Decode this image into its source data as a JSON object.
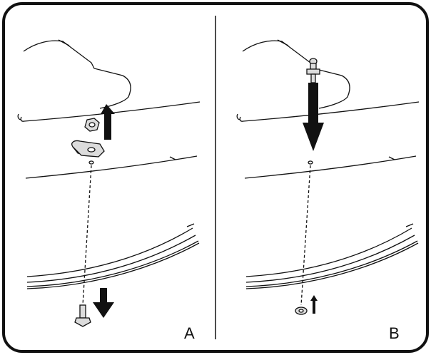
{
  "panels": [
    {
      "id": "A",
      "label": "A"
    },
    {
      "id": "B",
      "label": "B"
    }
  ],
  "colors": {
    "ink": "#111111",
    "paper": "#ffffff",
    "hardware_fill": "#dcdcdc",
    "arrow_fill": "#111111"
  }
}
